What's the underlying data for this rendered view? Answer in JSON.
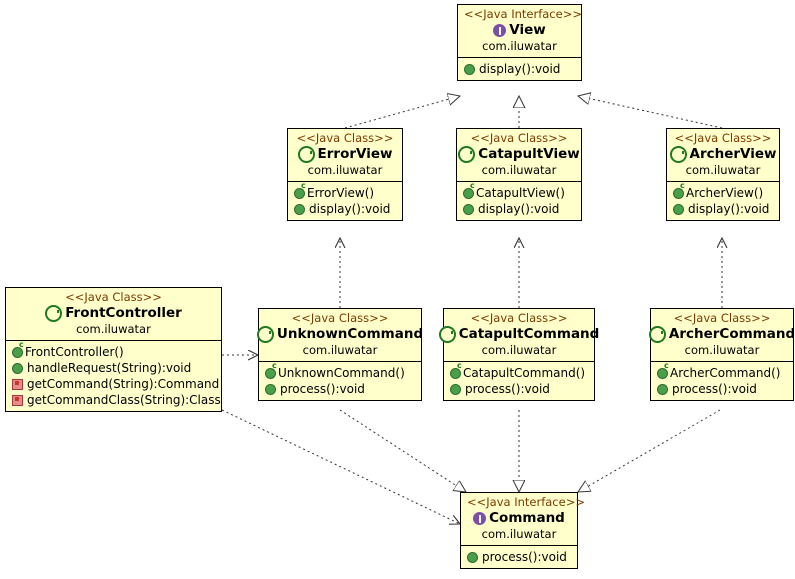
{
  "diagram": {
    "kind": "uml-class-diagram",
    "background": "#ffffff",
    "node_fill": "#ffffcc",
    "node_border": "#000000",
    "stereotype_color": "#7a3b00",
    "interface_icon_color": "#7b4fa8",
    "class_icon_color": "#1f7a1f",
    "public_member_color": "#4aa04a",
    "private_member_color": "#c0392b",
    "package": "com.iluwatar"
  },
  "nodes": {
    "view": {
      "stereotype": "<<Java Interface>>",
      "name": "View",
      "package": "com.iluwatar",
      "icon": "interface-icon",
      "members": [
        {
          "icon": "public-method-icon",
          "text": "display():void"
        }
      ]
    },
    "error_view": {
      "stereotype": "<<Java Class>>",
      "name": "ErrorView",
      "package": "com.iluwatar",
      "icon": "class-icon",
      "members": [
        {
          "icon": "constructor-icon",
          "text": "ErrorView()"
        },
        {
          "icon": "public-method-icon",
          "text": "display():void"
        }
      ]
    },
    "catapult_view": {
      "stereotype": "<<Java Class>>",
      "name": "CatapultView",
      "package": "com.iluwatar",
      "icon": "class-icon",
      "members": [
        {
          "icon": "constructor-icon",
          "text": "CatapultView()"
        },
        {
          "icon": "public-method-icon",
          "text": "display():void"
        }
      ]
    },
    "archer_view": {
      "stereotype": "<<Java Class>>",
      "name": "ArcherView",
      "package": "com.iluwatar",
      "icon": "class-icon",
      "members": [
        {
          "icon": "constructor-icon",
          "text": "ArcherView()"
        },
        {
          "icon": "public-method-icon",
          "text": "display():void"
        }
      ]
    },
    "front_controller": {
      "stereotype": "<<Java Class>>",
      "name": "FrontController",
      "package": "com.iluwatar",
      "icon": "class-icon",
      "members": [
        {
          "icon": "constructor-icon",
          "text": "FrontController()"
        },
        {
          "icon": "public-method-icon",
          "text": "handleRequest(String):void"
        },
        {
          "icon": "private-method-icon",
          "text": "getCommand(String):Command"
        },
        {
          "icon": "private-method-icon",
          "text": "getCommandClass(String):Class"
        }
      ]
    },
    "unknown_command": {
      "stereotype": "<<Java Class>>",
      "name": "UnknownCommand",
      "package": "com.iluwatar",
      "icon": "class-icon",
      "members": [
        {
          "icon": "constructor-icon",
          "text": "UnknownCommand()"
        },
        {
          "icon": "public-method-icon",
          "text": "process():void"
        }
      ]
    },
    "catapult_command": {
      "stereotype": "<<Java Class>>",
      "name": "CatapultCommand",
      "package": "com.iluwatar",
      "icon": "class-icon",
      "members": [
        {
          "icon": "constructor-icon",
          "text": "CatapultCommand()"
        },
        {
          "icon": "public-method-icon",
          "text": "process():void"
        }
      ]
    },
    "archer_command": {
      "stereotype": "<<Java Class>>",
      "name": "ArcherCommand",
      "package": "com.iluwatar",
      "icon": "class-icon",
      "members": [
        {
          "icon": "constructor-icon",
          "text": "ArcherCommand()"
        },
        {
          "icon": "public-method-icon",
          "text": "process():void"
        }
      ]
    },
    "command": {
      "stereotype": "<<Java Interface>>",
      "name": "Command",
      "package": "com.iluwatar",
      "icon": "interface-icon",
      "members": [
        {
          "icon": "public-method-icon",
          "text": "process():void"
        }
      ]
    }
  },
  "relationships": [
    {
      "from": "ErrorView",
      "to": "View",
      "type": "realization"
    },
    {
      "from": "CatapultView",
      "to": "View",
      "type": "realization"
    },
    {
      "from": "ArcherView",
      "to": "View",
      "type": "realization"
    },
    {
      "from": "UnknownCommand",
      "to": "Command",
      "type": "realization"
    },
    {
      "from": "CatapultCommand",
      "to": "Command",
      "type": "realization"
    },
    {
      "from": "ArcherCommand",
      "to": "Command",
      "type": "realization"
    },
    {
      "from": "FrontController",
      "to": "UnknownCommand",
      "type": "dependency"
    },
    {
      "from": "FrontController",
      "to": "Command",
      "type": "dependency"
    },
    {
      "from": "UnknownCommand",
      "to": "ErrorView",
      "type": "dependency"
    },
    {
      "from": "CatapultCommand",
      "to": "CatapultView",
      "type": "dependency"
    },
    {
      "from": "ArcherCommand",
      "to": "ArcherView",
      "type": "dependency"
    }
  ]
}
